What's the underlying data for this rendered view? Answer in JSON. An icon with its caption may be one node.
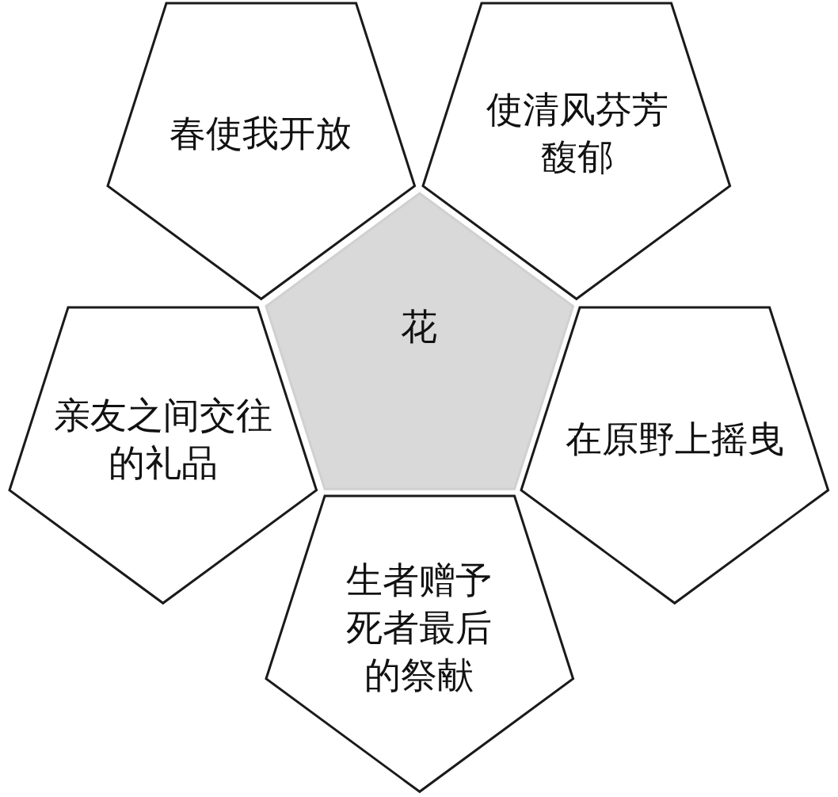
{
  "diagram": {
    "nodes": [
      {
        "text": [
          "春使我开放"
        ]
      },
      {
        "text": [
          "使清风芬芳馥郁"
        ]
      },
      {
        "text": [
          "花"
        ]
      },
      {
        "text": [
          "亲友之间交往的礼品"
        ]
      },
      {
        "text": [
          "在原野上摇曳"
        ]
      },
      {
        "text": [
          "生者赠予死者最后的祭献"
        ]
      }
    ]
  }
}
